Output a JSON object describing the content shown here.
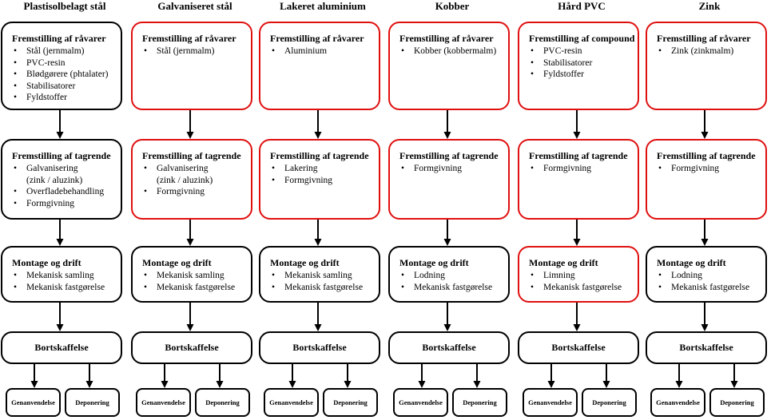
{
  "columns": [
    {
      "title": "Plastisolbelagt stål",
      "box1_red": false,
      "box1": {
        "title": "Fremstilling af råvarer",
        "items": [
          {
            "text": "Stål (jernmalm)",
            "bullet": true
          },
          {
            "text": "PVC-resin",
            "bullet": true
          },
          {
            "text": "Blødgørere (phtalater)",
            "bullet": true
          },
          {
            "text": "Stabilisatorer",
            "bullet": true
          },
          {
            "text": "Fyldstoffer",
            "bullet": true
          }
        ]
      },
      "box2_red": false,
      "box2": {
        "title": "Fremstilling af tagrende",
        "items": [
          {
            "text": "Galvanisering",
            "bullet": true
          },
          {
            "text": "(zink / aluzink)",
            "bullet": false
          },
          {
            "text": "Overfladebehandling",
            "bullet": true
          },
          {
            "text": "Formgivning",
            "bullet": true
          }
        ]
      },
      "box3_red": false,
      "box3": {
        "title": "Montage og drift",
        "items": [
          {
            "text": "Mekanisk samling",
            "bullet": true
          },
          {
            "text": "Mekanisk fastgørelse",
            "bullet": true
          }
        ]
      },
      "box4": "Bortskaffelse",
      "end1": "Genanvendelse",
      "end2": "Deponering"
    },
    {
      "title": "Galvaniseret stål",
      "box1_red": true,
      "box1": {
        "title": "Fremstilling af råvarer",
        "items": [
          {
            "text": "Stål (jernmalm)",
            "bullet": true
          }
        ]
      },
      "box2_red": true,
      "box2": {
        "title": "Fremstilling af tagrende",
        "items": [
          {
            "text": "Galvanisering",
            "bullet": true
          },
          {
            "text": "(zink / aluzink)",
            "bullet": false
          },
          {
            "text": "Formgivning",
            "bullet": true
          }
        ]
      },
      "box3_red": false,
      "box3": {
        "title": "Montage og drift",
        "items": [
          {
            "text": "Mekanisk samling",
            "bullet": true
          },
          {
            "text": "Mekanisk fastgørelse",
            "bullet": true
          }
        ]
      },
      "box4": "Bortskaffelse",
      "end1": "Genanvendelse",
      "end2": "Deponering"
    },
    {
      "title": "Lakeret aluminium",
      "box1_red": true,
      "box1": {
        "title": "Fremstilling af råvarer",
        "items": [
          {
            "text": "Aluminium",
            "bullet": true
          }
        ]
      },
      "box2_red": true,
      "box2": {
        "title": "Fremstilling af tagrende",
        "items": [
          {
            "text": "Lakering",
            "bullet": true
          },
          {
            "text": "Formgivning",
            "bullet": true
          }
        ]
      },
      "box3_red": false,
      "box3": {
        "title": "Montage og drift",
        "items": [
          {
            "text": "Mekanisk samling",
            "bullet": true
          },
          {
            "text": "Mekanisk fastgørelse",
            "bullet": true
          }
        ]
      },
      "box4": "Bortskaffelse",
      "end1": "Genanvendelse",
      "end2": "Deponering"
    },
    {
      "title": "Kobber",
      "box1_red": true,
      "box1": {
        "title": "Fremstilling af råvarer",
        "items": [
          {
            "text": "Kobber (kobbermalm)",
            "bullet": true
          }
        ]
      },
      "box2_red": true,
      "box2": {
        "title": "Fremstilling af tagrende",
        "items": [
          {
            "text": "Formgivning",
            "bullet": true
          }
        ]
      },
      "box3_red": false,
      "box3": {
        "title": "Montage og drift",
        "items": [
          {
            "text": "Lodning",
            "bullet": true
          },
          {
            "text": "Mekanisk fastgørelse",
            "bullet": true
          }
        ]
      },
      "box4": "Bortskaffelse",
      "end1": "Genanvendelse",
      "end2": "Deponering"
    },
    {
      "title": "Hård PVC",
      "box1_red": true,
      "box1": {
        "title": "Fremstilling af compound",
        "items": [
          {
            "text": "PVC-resin",
            "bullet": true
          },
          {
            "text": "Stabilisatorer",
            "bullet": true
          },
          {
            "text": "Fyldstoffer",
            "bullet": true
          }
        ]
      },
      "box2_red": true,
      "box2": {
        "title": "Fremstilling af tagrende",
        "items": [
          {
            "text": "Formgivning",
            "bullet": true
          }
        ]
      },
      "box3_red": true,
      "box3": {
        "title": "Montage og drift",
        "items": [
          {
            "text": "Limning",
            "bullet": true
          },
          {
            "text": "Mekanisk fastgørelse",
            "bullet": true
          }
        ]
      },
      "box4": "Bortskaffelse",
      "end1": "Genanvendelse",
      "end2": "Deponering"
    },
    {
      "title": "Zink",
      "box1_red": true,
      "box1": {
        "title": "Fremstilling af råvarer",
        "items": [
          {
            "text": "Zink (zinkmalm)",
            "bullet": true
          }
        ]
      },
      "box2_red": true,
      "box2": {
        "title": "Fremstilling af tagrende",
        "items": [
          {
            "text": "Formgivning",
            "bullet": true
          }
        ]
      },
      "box3_red": false,
      "box3": {
        "title": "Montage og drift",
        "items": [
          {
            "text": "Lodning",
            "bullet": true
          },
          {
            "text": "Mekanisk fastgørelse",
            "bullet": true
          }
        ]
      },
      "box4": "Bortskaffelse",
      "end1": "Genanvendelse",
      "end2": "Deponering"
    }
  ],
  "colors": {
    "highlight_border": "#e01010",
    "default_border": "#000000"
  }
}
